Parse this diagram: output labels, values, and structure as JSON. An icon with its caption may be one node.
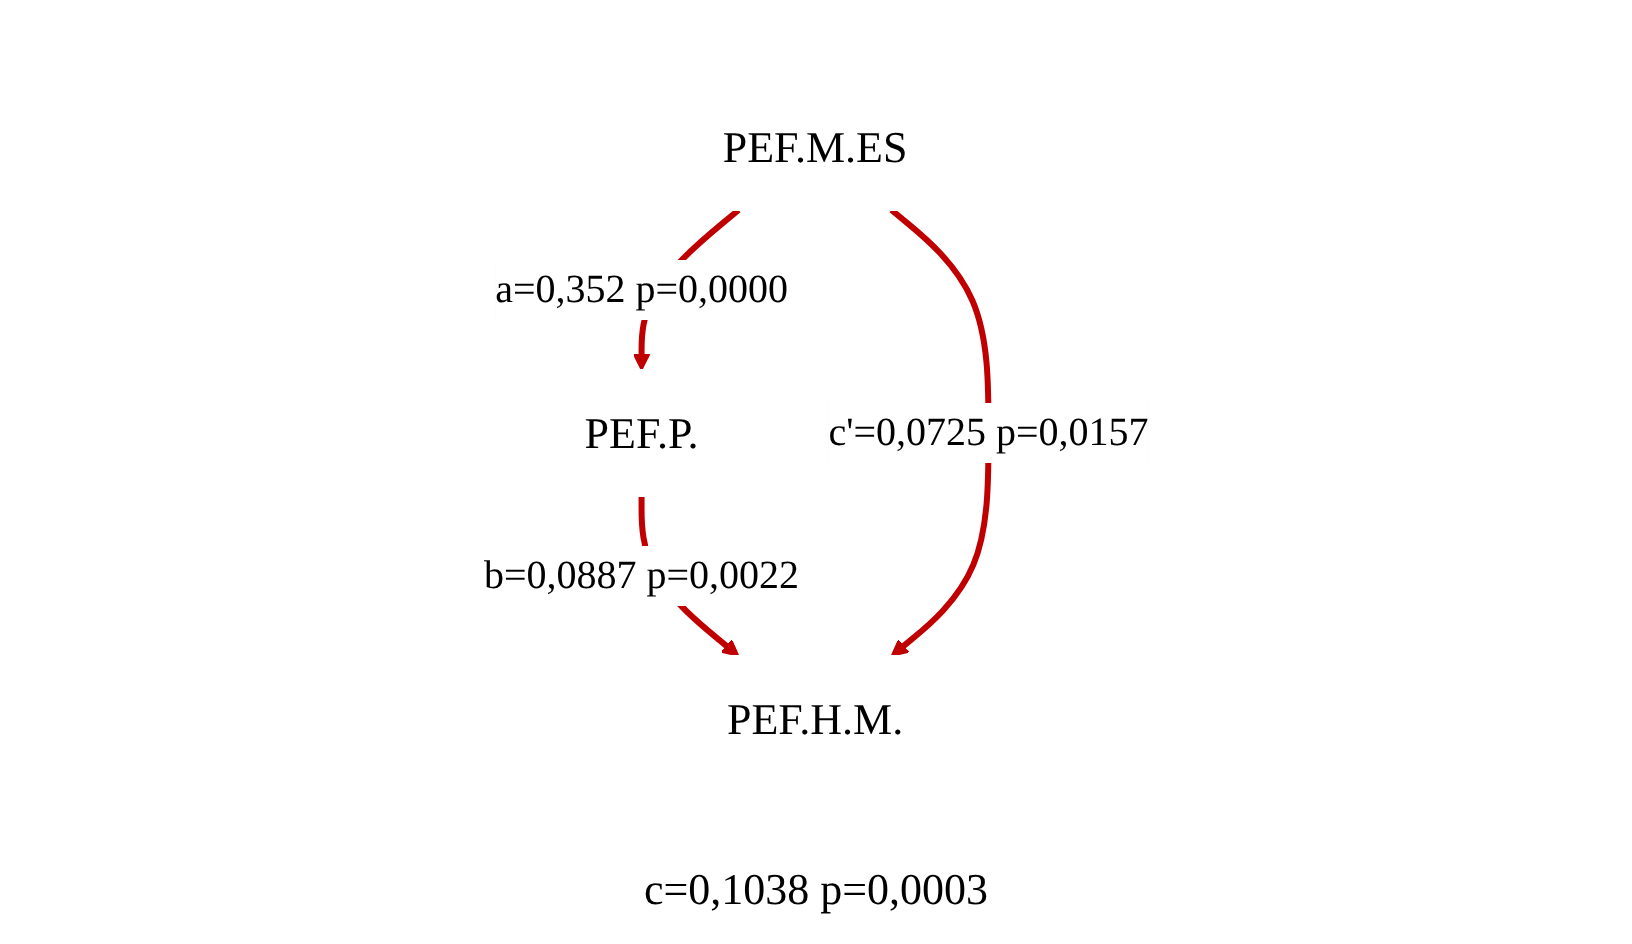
{
  "diagram": {
    "nodes": [
      {
        "text": [
          "PEF.P."
        ]
      },
      {
        "text": [
          "PEF.M.ES"
        ]
      },
      {
        "text": [
          "PEF.H.M."
        ]
      }
    ],
    "edges": [
      {
        "from": 1,
        "to": 0,
        "arrow": "to",
        "label": "a=0,352 p=0,0000"
      },
      {
        "from": 0,
        "to": 2,
        "arrow": "to",
        "label": "b=0,0887 p=0,0022"
      },
      {
        "from": 1,
        "to": 2,
        "arrow": "to",
        "label": "c'=0,0725 p=0,0157"
      }
    ],
    "labels": [
      "c=0,1038 p=0,0003"
    ]
  }
}
